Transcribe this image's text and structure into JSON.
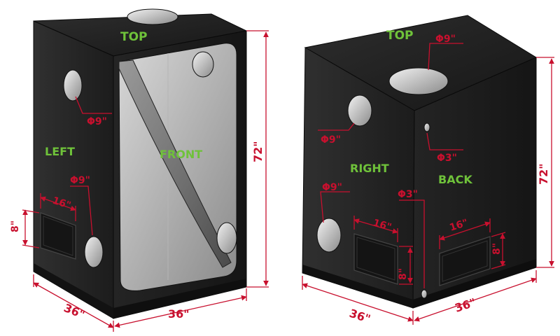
{
  "tent_left": {
    "face_labels": {
      "top": "TOP",
      "left": "LEFT",
      "front": "FRONT"
    },
    "vent_left_upper": "Φ9\"",
    "vent_left_lower": "Φ9\"",
    "window_width": "16\"",
    "window_height": "8\"",
    "height": "72\"",
    "depth": "36\"",
    "width": "36\""
  },
  "tent_right": {
    "face_labels": {
      "top": "TOP",
      "right": "RIGHT",
      "back": "BACK"
    },
    "vent_top": "Φ9\"",
    "vent_right_upper": "Φ9\"",
    "vent_right_lower": "Φ9\"",
    "port_back": "Φ3\"",
    "port_corner": "Φ3\"",
    "window_right_width": "16\"",
    "window_right_height": "8\"",
    "window_back_width": "16\"",
    "window_back_height": "8\"",
    "height": "72\"",
    "depth": "36\"",
    "width": "36\""
  },
  "colors": {
    "label_green": "#6fc23a",
    "dimension_red": "#c8102e",
    "tent_body": "#1e1e1e"
  }
}
